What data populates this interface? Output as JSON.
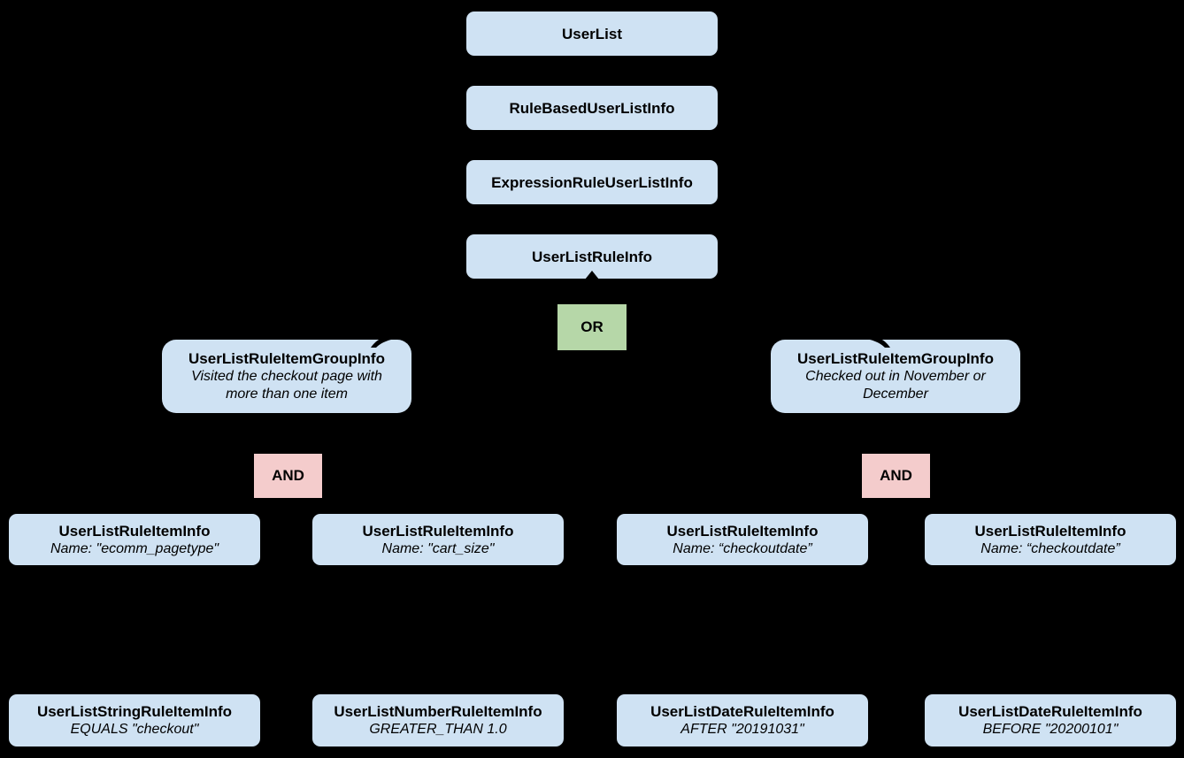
{
  "diagram": {
    "background_color": "#000000",
    "colors": {
      "node_fill": "#cfe2f3",
      "or_fill": "#b6d7a8",
      "and_fill": "#f4cccc",
      "text": "#000000"
    },
    "chain": [
      {
        "label": "UserList"
      },
      {
        "label": "RuleBasedUserListInfo"
      },
      {
        "label": "ExpressionRuleUserListInfo"
      },
      {
        "label": "UserListRuleInfo"
      }
    ],
    "operators": {
      "or_label": "OR",
      "and_left_label": "AND",
      "and_right_label": "AND"
    },
    "groups": [
      {
        "title": "UserListRuleItemGroupInfo",
        "subtitle": "Visited the checkout page with more than one item"
      },
      {
        "title": "UserListRuleItemGroupInfo",
        "subtitle": "Checked out in November or December"
      }
    ],
    "rule_items": [
      {
        "title": "UserListRuleItemInfo",
        "subtitle": "Name: \"ecomm_pagetype\""
      },
      {
        "title": "UserListRuleItemInfo",
        "subtitle": "Name: \"cart_size\""
      },
      {
        "title": "UserListRuleItemInfo",
        "subtitle": "Name: “checkoutdate”"
      },
      {
        "title": "UserListRuleItemInfo",
        "subtitle": "Name: “checkoutdate”"
      }
    ],
    "leaf_items": [
      {
        "title": "UserListStringRuleItemInfo",
        "subtitle": "EQUALS \"checkout\""
      },
      {
        "title": "UserListNumberRuleItemInfo",
        "subtitle": "GREATER_THAN 1.0"
      },
      {
        "title": "UserListDateRuleItemInfo",
        "subtitle": "AFTER \"20191031\""
      },
      {
        "title": "UserListDateRuleItemInfo",
        "subtitle": "BEFORE \"20200101\""
      }
    ]
  }
}
